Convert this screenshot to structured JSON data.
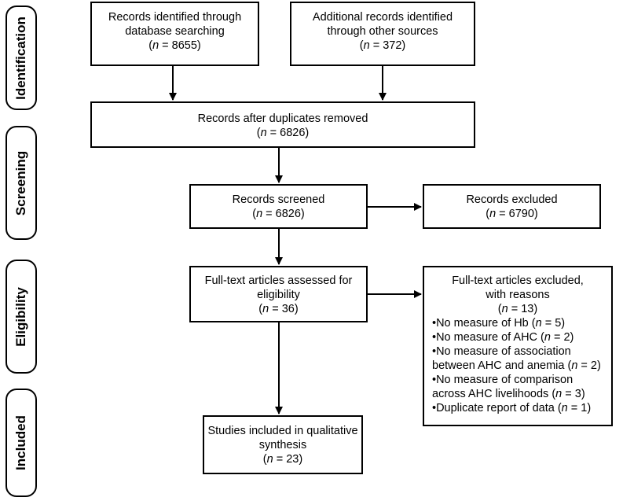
{
  "stages": {
    "identification": "Identification",
    "screening": "Screening",
    "eligibility": "Eligibility",
    "included": "Included"
  },
  "boxes": {
    "database": {
      "line1": "Records identified through",
      "line2": "database searching",
      "n_label": "n",
      "n_value": " = 8655)"
    },
    "other": {
      "line1": "Additional records identified",
      "line2": "through other sources",
      "n_label": "n",
      "n_value": " = 372)"
    },
    "dedup": {
      "line1": "Records after duplicates removed",
      "n_label": "n",
      "n_value": " = 6826)"
    },
    "screened": {
      "line1": "Records screened",
      "n_label": "n",
      "n_value": " = 6826)"
    },
    "excluded": {
      "line1": "Records excluded",
      "n_label": "n",
      "n_value": " = 6790)"
    },
    "fulltext": {
      "line1": "Full-text articles assessed for",
      "line2": "eligibility",
      "n_label": "n",
      "n_value": " = 36)"
    },
    "ft_excluded": {
      "line1": "Full-text articles excluded,",
      "line2": "with reasons",
      "n_label": "n",
      "n_value": " = 13)",
      "r1a": "•No measure of Hb (",
      "r1n": "n",
      "r1b": " = 5)",
      "r2a": "•No measure of AHC (",
      "r2n": "n",
      "r2b": " = 2)",
      "r3a": "•No measure of association",
      "r3c": "between AHC and anemia (",
      "r3n": "n",
      "r3b": " = 2)",
      "r4a": "•No measure of comparison",
      "r4c": "across AHC livelihoods (",
      "r4n": "n",
      "r4b": " = 3)",
      "r5a": "•Duplicate report of data (",
      "r5n": "n",
      "r5b": " = 1)"
    },
    "included": {
      "line1": "Studies included in qualitative",
      "line2": "synthesis",
      "n_label": "n",
      "n_value": " = 23)"
    }
  }
}
